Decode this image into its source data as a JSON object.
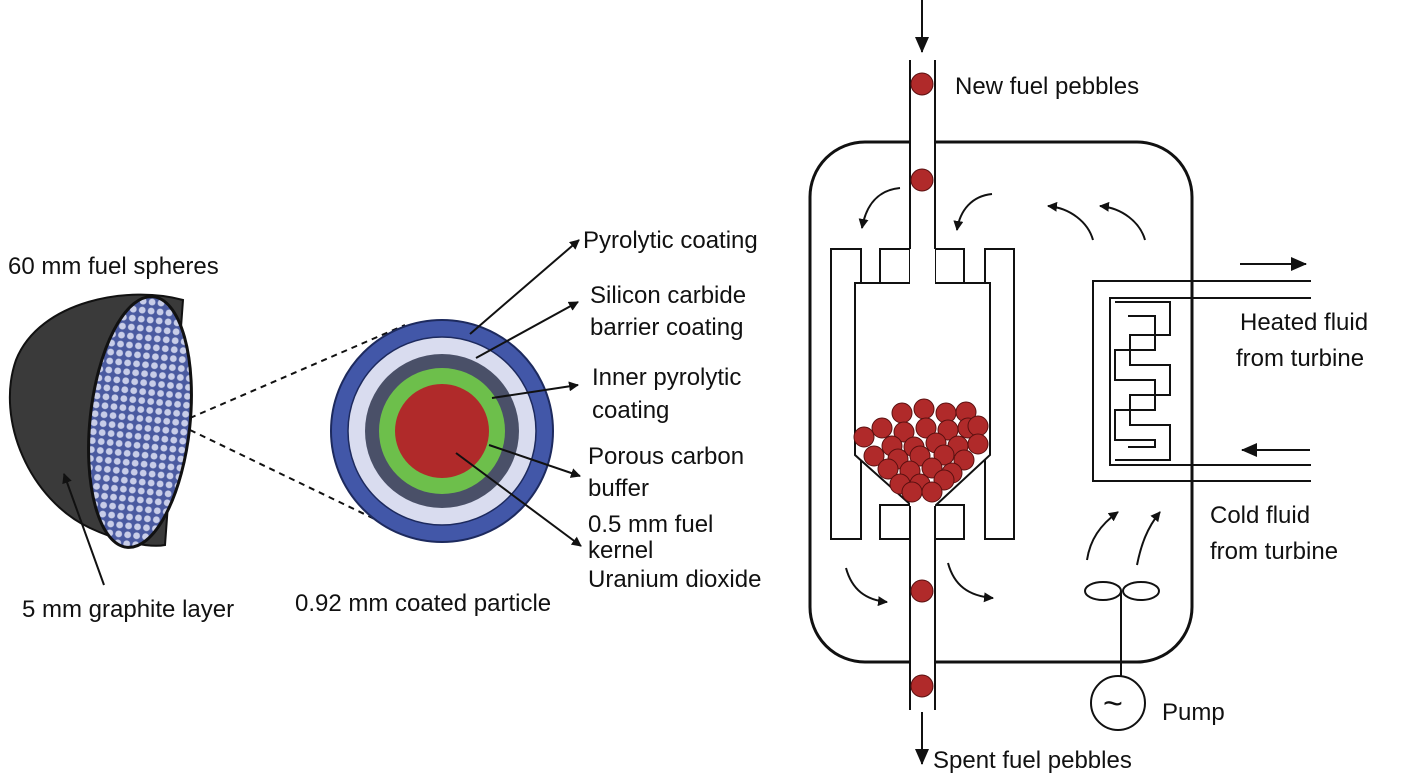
{
  "labels": {
    "fuel_spheres": "60 mm fuel spheres",
    "graphite_layer": "5 mm graphite layer",
    "coated_particle": "0.92 mm coated particle",
    "pyrolytic_coating": "Pyrolytic coating",
    "silicon_carbide_1": "Silicon carbide",
    "silicon_carbide_2": "barrier coating",
    "inner_pyrolytic_1": "Inner pyrolytic",
    "inner_pyrolytic_2": "coating",
    "porous_carbon_1": "Porous carbon",
    "porous_carbon_2": "buffer",
    "kernel_1": "0.5 mm fuel",
    "kernel_2": "kernel",
    "uranium_dioxide": "Uranium dioxide",
    "new_fuel": "New fuel pebbles",
    "spent_fuel": "Spent fuel pebbles",
    "heated_fluid_1": "Heated fluid",
    "heated_fluid_2": "from turbine",
    "cold_fluid_1": "Cold fluid",
    "cold_fluid_2": "from turbine",
    "pump": "Pump",
    "pump_symbol": "~"
  },
  "colors": {
    "pebble": "#b02a2a",
    "kernel": "#b02a2a",
    "porous_buffer": "#6dbf4b",
    "inner_pyrolytic": "#4a5068",
    "silicon_carbide": "#d9dcef",
    "outer_pyrolytic": "#4257a8",
    "graphite": "#3a3a3a",
    "sphere_fill": "#4a5aa0",
    "sphere_dots": "#c8cde8"
  },
  "icons": [
    "hemisphere-icon",
    "coated-particle-icon",
    "reactor-vessel-icon",
    "heat-exchanger-icon",
    "pump-icon"
  ]
}
